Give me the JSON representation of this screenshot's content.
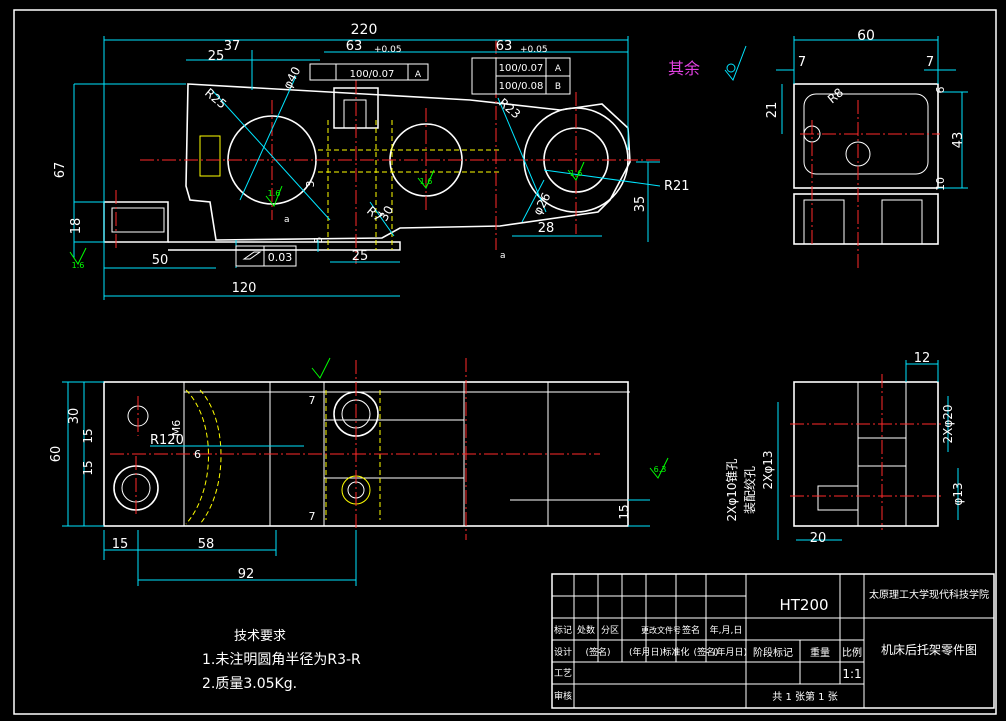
{
  "dimensions": {
    "front": {
      "overall_length": "220",
      "d37": "37",
      "d25_top": "25",
      "d63_a": "63",
      "tol_a": "+0.05",
      "d63_b": "63",
      "tol_b": "+0.05",
      "d67": "67",
      "d18": "18",
      "d50": "50",
      "d25_bottom": "25",
      "d120": "120",
      "d28": "28",
      "d35": "35",
      "d5": "5",
      "d3": "3",
      "r25": "R25",
      "r23": "R23",
      "r21": "R21",
      "r7": "R7",
      "phi40": "φ40",
      "phi26": "φ26",
      "d30": "30",
      "roughness_a": "1.6",
      "roughness_b": "1.6",
      "roughness_c": "1.6",
      "roughness_base": "1.6"
    },
    "side": {
      "width": "60",
      "d7_left": "7",
      "d7_right": "7",
      "d21": "21",
      "d43": "43",
      "d6": "6",
      "d10": "10",
      "r8": "R8"
    },
    "top_view": {
      "d60": "60",
      "d30": "30",
      "d15_a": "15",
      "d15_b": "15",
      "m6": "M6",
      "r120": "R120",
      "d6": "6",
      "d15_left": "15",
      "d58": "58",
      "d92": "92",
      "d15_right": "15",
      "d7_a": "7",
      "d7_b": "7",
      "roughness": "6.3"
    },
    "section": {
      "d12": "12",
      "phi20": "2Xφ20",
      "phi13_a": "2Xφ13",
      "phi13_b": "φ13",
      "d20": "20",
      "note_cone": "2Xφ10锥孔",
      "note_assembly": "装配绞孔"
    }
  },
  "tolerance_frames": {
    "parallel_top": {
      "value": "100/0.07",
      "datum": "A"
    },
    "parallel_right_1": {
      "value": "100/0.07",
      "datum": "A"
    },
    "parallel_right_2": {
      "value": "100/0.08",
      "datum": "B"
    },
    "flatness": {
      "value": "0.03"
    }
  },
  "labels": {
    "remaining": "其余",
    "datum_a": "a",
    "datum_b": "a"
  },
  "notes": {
    "title": "技术要求",
    "line1": "1.未注明圆角半径为R3-R",
    "line2": "2.质量3.05Kg."
  },
  "title_block": {
    "material": "HT200",
    "school": "太原理工大学现代科技学院",
    "part_name": "机床后托架零件图",
    "scale": "1:1",
    "stage_mark": "阶段标记",
    "weight": "重量",
    "ratio": "比例",
    "sheets": "共 1 张第 1 张",
    "design": "设计",
    "signature": "(签名)",
    "date": "(年月日)",
    "standardize": "标准化",
    "review": "审核",
    "process": "工艺",
    "header_labels": [
      "标记",
      "处数",
      "分区",
      "更改文件号",
      "签名",
      "年,月,日"
    ]
  },
  "colors": {
    "outline": "#ffffff",
    "dimension": "#00e5ff",
    "center": "#ff2a2a",
    "hidden": "#ffff00",
    "roughness": "#00ff00",
    "remaining": "#e040e0"
  }
}
